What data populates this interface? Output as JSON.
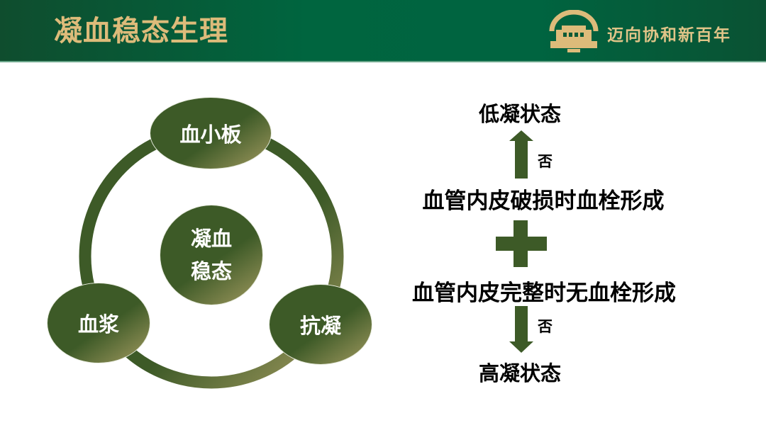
{
  "header": {
    "title": "凝血稳态生理",
    "slogan": "迈向协和新百年",
    "logo": "hospital-emblem",
    "colors": {
      "background": "#006440",
      "title": "#ddbb7a"
    }
  },
  "diagram": {
    "center": {
      "line1": "凝血",
      "line2": "稳态"
    },
    "nodes": [
      {
        "label": "血小板"
      },
      {
        "label": "血浆"
      },
      {
        "label": "抗凝"
      }
    ],
    "colors": {
      "dark": "#3d5a27",
      "light": "#a29a60"
    }
  },
  "flow": {
    "top_state": "低凝状态",
    "up_arrow_label": "否",
    "statement1": "血管内皮破损时血栓形成",
    "plus": "plus-icon",
    "statement2": "血管内皮完整时无血栓形成",
    "down_arrow_label": "否",
    "bottom_state": "高凝状态"
  }
}
